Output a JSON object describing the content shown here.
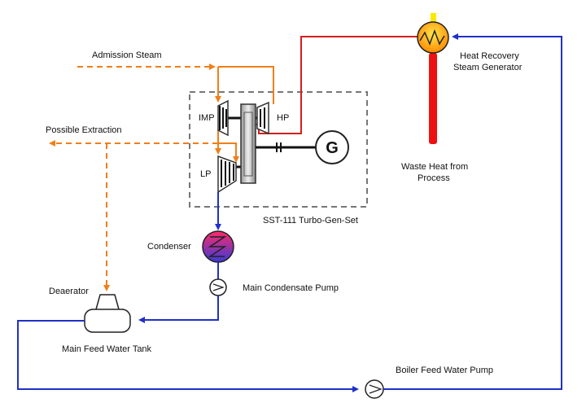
{
  "labels": {
    "admission_steam": "Admission Steam",
    "possible_extraction": "Possible Extraction",
    "imp": "IMP",
    "hp": "HP",
    "lp": "LP",
    "generator": "G",
    "turbo_set": "SST-111 Turbo-Gen-Set",
    "hrsg_line1": "Heat Recovery",
    "hrsg_line2": "Steam Generator",
    "waste_heat_line1": "Waste Heat from",
    "waste_heat_line2": "Process",
    "condenser": "Condenser",
    "main_condensate_pump": "Main Condensate Pump",
    "deaerator": "Deaerator",
    "main_feed_water_tank": "Main Feed Water Tank",
    "boiler_feed_water_pump": "Boiler Feed Water Pump"
  },
  "colors": {
    "steam": "#f07f1a",
    "hot_steam": "#d21f1f",
    "water": "#2030c8",
    "dashed_box": "#777777",
    "waste_heat": "#ee1111",
    "waste_heat_top": "#ffe800"
  }
}
